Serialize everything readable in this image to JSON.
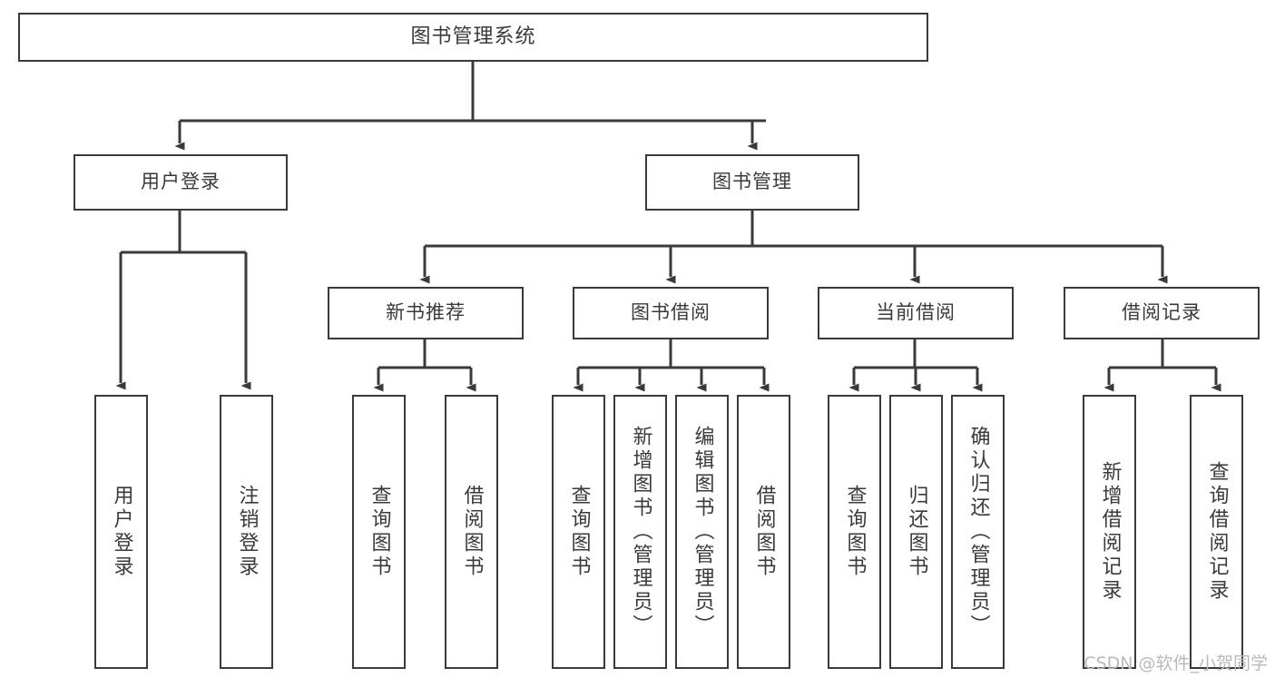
{
  "diagram": {
    "title": "图书管理系统",
    "type": "tree",
    "watermark": "CSDN @软件_小贺同学",
    "colors": {
      "box_border": "#3a3a3a",
      "box_fill": "#ffffff",
      "connector": "#3a3a3a",
      "text": "#3a3a3a",
      "watermark": "#b9b9b9",
      "background": "#ffffff"
    },
    "nodes": {
      "root": {
        "label": "图书管理系统"
      },
      "level2": [
        {
          "id": "user-login",
          "label": "用户登录"
        },
        {
          "id": "book-manage",
          "label": "图书管理"
        }
      ],
      "level3": [
        {
          "id": "new-book-recommend",
          "label": "新书推荐"
        },
        {
          "id": "book-borrow",
          "label": "图书借阅"
        },
        {
          "id": "current-borrow",
          "label": "当前借阅"
        },
        {
          "id": "borrow-record",
          "label": "借阅记录"
        }
      ],
      "leaves": [
        {
          "id": "leaf-user-login",
          "label": "用户登录"
        },
        {
          "id": "leaf-logout",
          "label": "注销登录"
        },
        {
          "id": "leaf-query-book-1",
          "label": "查询图书"
        },
        {
          "id": "leaf-borrow-book-1",
          "label": "借阅图书"
        },
        {
          "id": "leaf-query-book-2",
          "label": "查询图书"
        },
        {
          "id": "leaf-add-book",
          "label": "新增图书（管理员）"
        },
        {
          "id": "leaf-edit-book",
          "label": "编辑图书（管理员）"
        },
        {
          "id": "leaf-borrow-book-2",
          "label": "借阅图书"
        },
        {
          "id": "leaf-query-book-3",
          "label": "查询图书"
        },
        {
          "id": "leaf-return-book",
          "label": "归还图书"
        },
        {
          "id": "leaf-confirm-return",
          "label": "确认归还（管理员）"
        },
        {
          "id": "leaf-add-record",
          "label": "新增借阅记录"
        },
        {
          "id": "leaf-query-record",
          "label": "查询借阅记录"
        }
      ]
    }
  }
}
